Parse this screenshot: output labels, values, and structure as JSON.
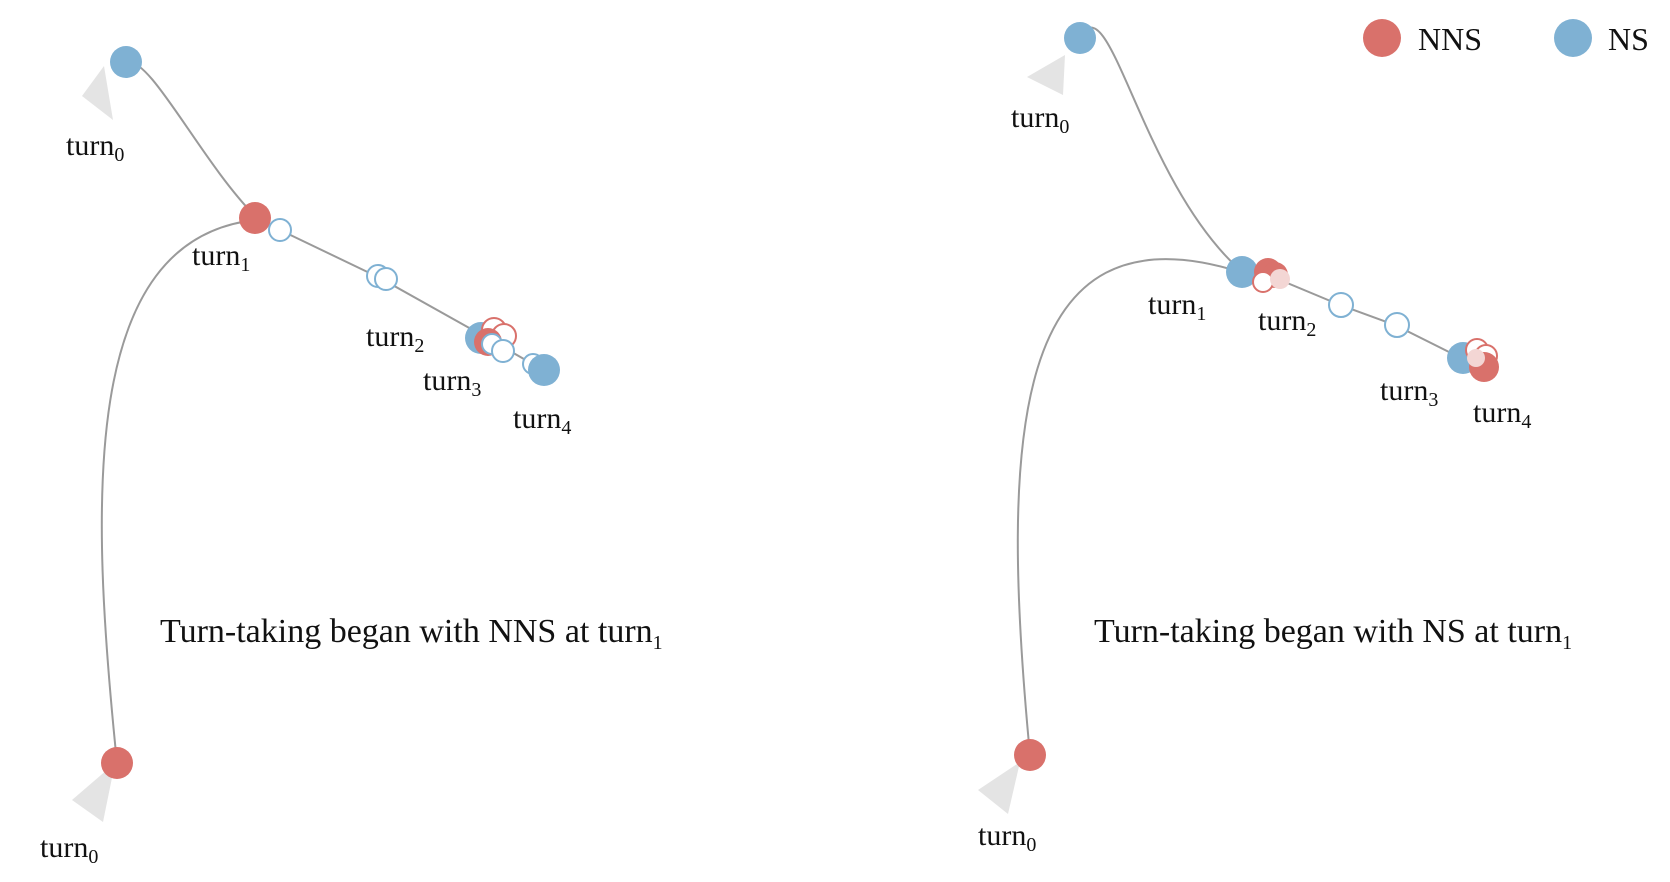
{
  "colors": {
    "nns": "#d9716b",
    "ns": "#7fb1d3",
    "line": "#9a9a9a",
    "arrow": "#e4e4e4",
    "hollow_stroke_ns": "#7fb1d3",
    "hollow_stroke_nns": "#d9716b"
  },
  "legend": {
    "items": [
      {
        "label": "NNS",
        "color": "#d9716b"
      },
      {
        "label": "NS",
        "color": "#7fb1d3"
      }
    ]
  },
  "panels": [
    {
      "caption": {
        "text": "Turn-taking began with NNS at turn",
        "sub": "1"
      },
      "labels": [
        {
          "base": "turn",
          "sub": "0"
        },
        {
          "base": "turn",
          "sub": "0"
        },
        {
          "base": "turn",
          "sub": "1"
        },
        {
          "base": "turn",
          "sub": "2"
        },
        {
          "base": "turn",
          "sub": "3"
        },
        {
          "base": "turn",
          "sub": "4"
        }
      ]
    },
    {
      "caption": {
        "text": "Turn-taking began with NS at turn",
        "sub": "1"
      },
      "labels": [
        {
          "base": "turn",
          "sub": "0"
        },
        {
          "base": "turn",
          "sub": "0"
        },
        {
          "base": "turn",
          "sub": "1"
        },
        {
          "base": "turn",
          "sub": "2"
        },
        {
          "base": "turn",
          "sub": "3"
        },
        {
          "base": "turn",
          "sub": "4"
        }
      ]
    }
  ]
}
